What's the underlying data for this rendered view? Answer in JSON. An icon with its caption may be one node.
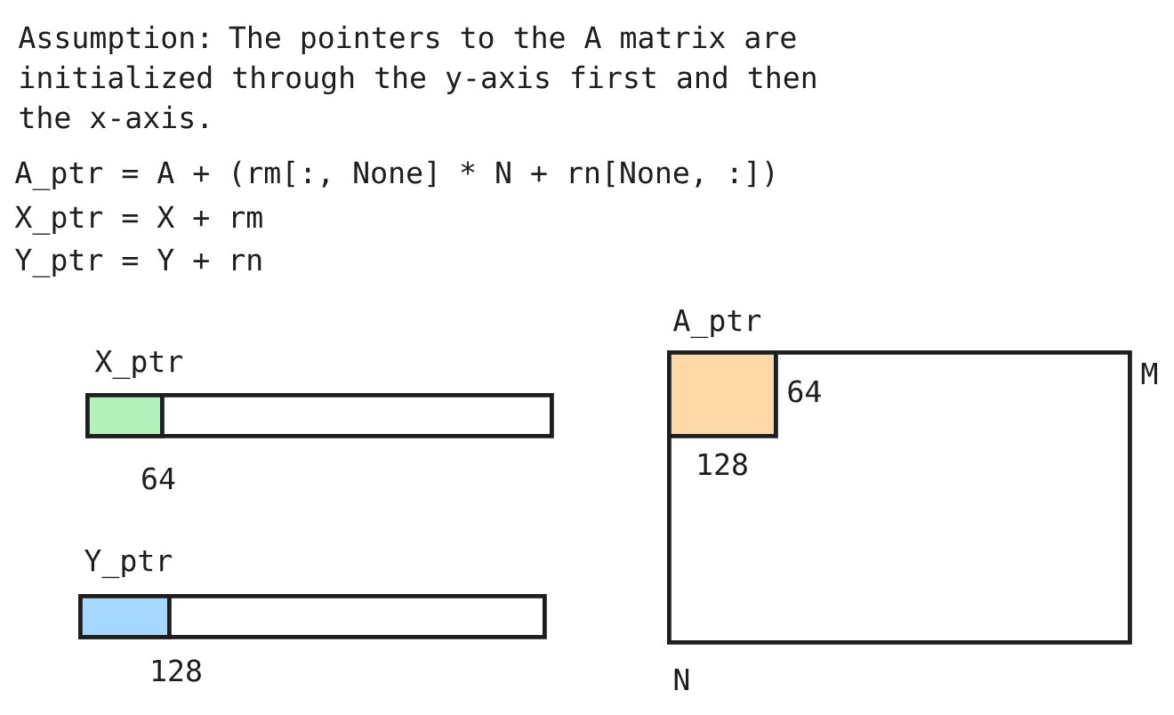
{
  "diagram": {
    "nodes": [
      {
        "text": [
          "X_ptr"
        ]
      },
      {
        "text": [],
        "shape": "box",
        "in": 0,
        "beside": [
          "64"
        ]
      },
      {
        "text": [
          "Y_ptr"
        ]
      },
      {
        "text": [],
        "shape": "box",
        "in": 2,
        "beside": [
          "128"
        ]
      },
      {
        "text": [
          "A_ptr"
        ],
        "beside": [
          "M",
          "N"
        ]
      },
      {
        "text": [],
        "shape": "box",
        "in": 4,
        "beside": [
          "64",
          "128"
        ]
      }
    ],
    "labels": [
      "Assumption: The pointers to the A matrix are initialized through the y-axis first and then the x-axis.",
      "A_ptr = A + (rm[:, None] * N + rn[None, :])",
      "X_ptr = X + rm",
      "Y_ptr = Y + rn"
    ]
  }
}
